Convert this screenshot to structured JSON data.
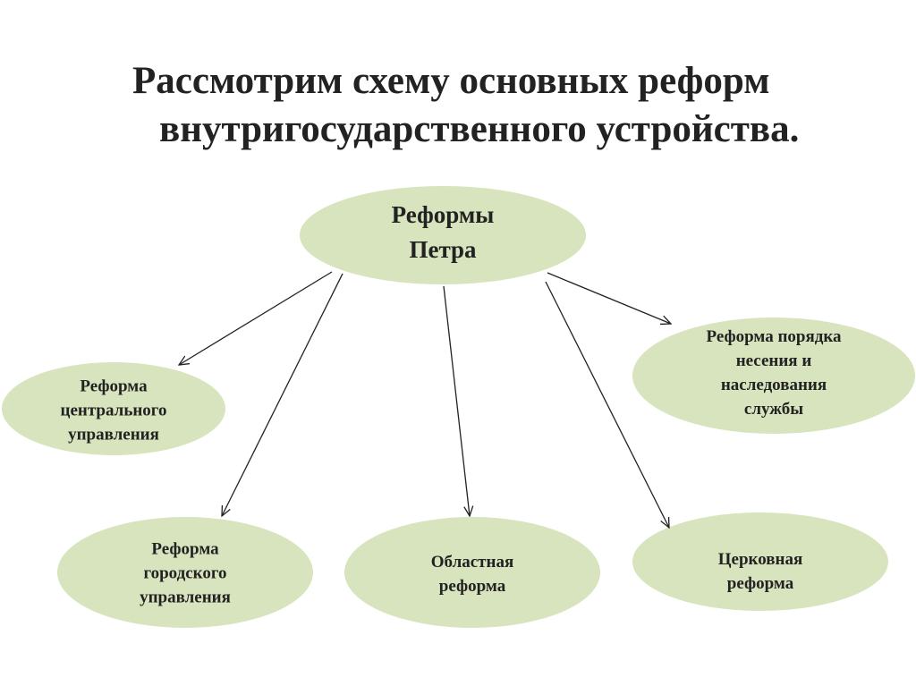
{
  "title": {
    "line1": "Рассмотрим схему основных реформ",
    "line2": "внутригосударственного устройства."
  },
  "nodes": {
    "center": {
      "line1": "Реформы",
      "line2": "Петра"
    },
    "central": {
      "line1": "Реформа",
      "line2": "центрального",
      "line3": "управления"
    },
    "service": {
      "line1": "Реформа порядка",
      "line2": "несения и",
      "line3": "наследования",
      "line4": "службы"
    },
    "city": {
      "line1": "Реформа",
      "line2": "городского",
      "line3": "управления"
    },
    "regional": {
      "line1": "Областная",
      "line2": "реформа"
    },
    "church": {
      "line1": "Церковная",
      "line2": "реформа"
    }
  },
  "colors": {
    "fill": "#d7e4bd",
    "text": "#222222"
  }
}
